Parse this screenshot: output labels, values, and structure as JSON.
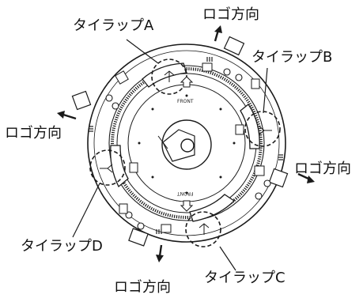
{
  "labels": {
    "tie_wrap_a": "タイラップA",
    "tie_wrap_b": "タイラップB",
    "tie_wrap_c": "タイラップC",
    "tie_wrap_d": "タイラップD",
    "logo_direction": "ロゴ方向"
  },
  "front_mark": "FRONT",
  "colors": {
    "line": "#1a1a1a",
    "fill": "#ffffff",
    "shade": "#d8d8d8"
  }
}
